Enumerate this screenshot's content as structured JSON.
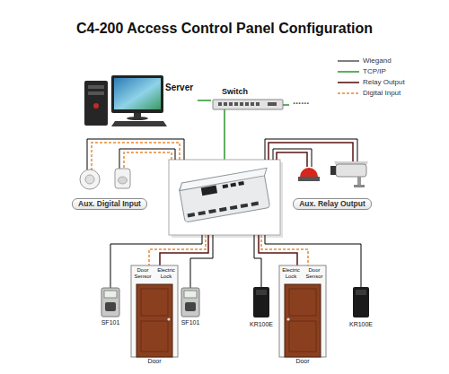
{
  "diagram": {
    "title": "C4-200 Access Control Panel Configuration",
    "nodes": [
      {
        "text": [
          "Server"
        ]
      },
      {
        "text": [
          "Switch"
        ]
      },
      {
        "text": [
          "Aux. Digital Input"
        ]
      },
      {
        "text": [
          "Aux. Relay Output"
        ]
      },
      {
        "text": [
          "SF101"
        ]
      },
      {
        "text": [
          "Door Sensor",
          "Electric Lock",
          "Door"
        ]
      },
      {
        "text": [
          "SF101"
        ]
      },
      {
        "text": [
          "KR100E"
        ]
      },
      {
        "text": [
          "Electric Lock",
          "Door Sensor",
          "Door"
        ]
      },
      {
        "text": [
          "KR100E"
        ]
      }
    ],
    "edges": [
      {
        "from": 0,
        "to": 1,
        "arrow": "none"
      }
    ],
    "labels": [
      "......"
    ],
    "legend": [
      {
        "text": "Wiegand"
      },
      {
        "text": "TCP/IP"
      },
      {
        "text": "Relay Output"
      },
      {
        "text": "Digital Input"
      }
    ]
  }
}
